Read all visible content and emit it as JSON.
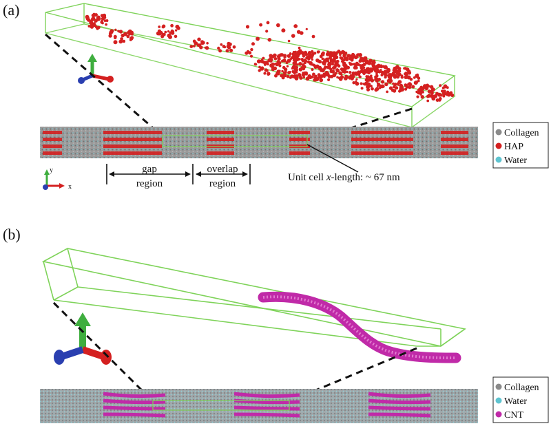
{
  "panel_a": {
    "label": "(a)",
    "gap_label_1": "gap",
    "gap_label_2": "region",
    "overlap_label_1": "overlap",
    "overlap_label_2": "region",
    "unit_cell_prefix": "Unit cell ",
    "unit_cell_var": "x",
    "unit_cell_suffix": "-length: ~ 67 nm",
    "axis_y": "y",
    "axis_x": "x",
    "legend": [
      {
        "name": "Collagen",
        "color": "#8a8a8a"
      },
      {
        "name": "HAP",
        "color": "#d42020"
      },
      {
        "name": "Water",
        "color": "#5fc4d0"
      }
    ]
  },
  "panel_b": {
    "label": "(b)",
    "legend": [
      {
        "name": "Collagen",
        "color": "#8a8a8a"
      },
      {
        "name": "Water",
        "color": "#5fc4d0"
      },
      {
        "name": "CNT",
        "color": "#c02aa8"
      }
    ]
  },
  "colors": {
    "box_outline": "#7fd35a",
    "collagen": "#8a8a8a",
    "hap": "#d42020",
    "water": "#5fc4d0",
    "cnt": "#c02aa8",
    "axis_x": "#d42020",
    "axis_y": "#3fae3f",
    "axis_z": "#2a3fb0"
  }
}
